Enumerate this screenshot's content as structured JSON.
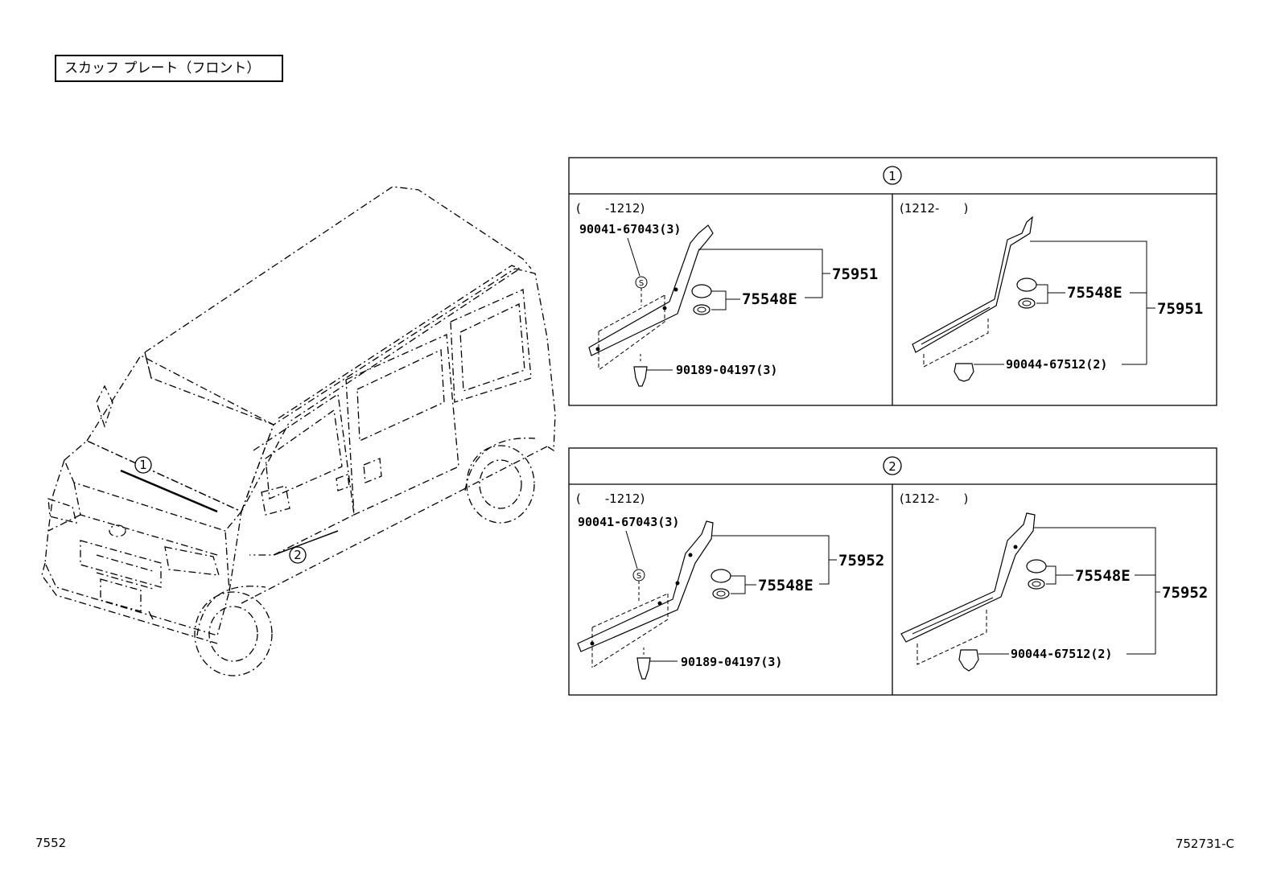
{
  "title": "スカッフ プレート（フロント）",
  "van": {
    "callout_1": "1",
    "callout_2": "2"
  },
  "panels": [
    {
      "circle_label": "1",
      "left": {
        "range": "(　　-1212)",
        "screw_part": "90041-67043(3)",
        "screw_symbol": "S",
        "clip_part": "90189-04197(3)",
        "cap_part": "75548E",
        "plate_part": "75951"
      },
      "right": {
        "range": "(1212-　　)",
        "cap_part": "75548E",
        "clip_part": "90044-67512(2)",
        "plate_part": "75951"
      }
    },
    {
      "circle_label": "2",
      "left": {
        "range": "(　　-1212)",
        "screw_part": "90041-67043(3)",
        "screw_symbol": "S",
        "clip_part": "90189-04197(3)",
        "cap_part": "75548E",
        "plate_part": "75952"
      },
      "right": {
        "range": "(1212-　　)",
        "cap_part": "75548E",
        "clip_part": "90044-67512(2)",
        "plate_part": "75952"
      }
    }
  ],
  "footer": {
    "left_code": "7552",
    "right_code": "752731-C"
  }
}
